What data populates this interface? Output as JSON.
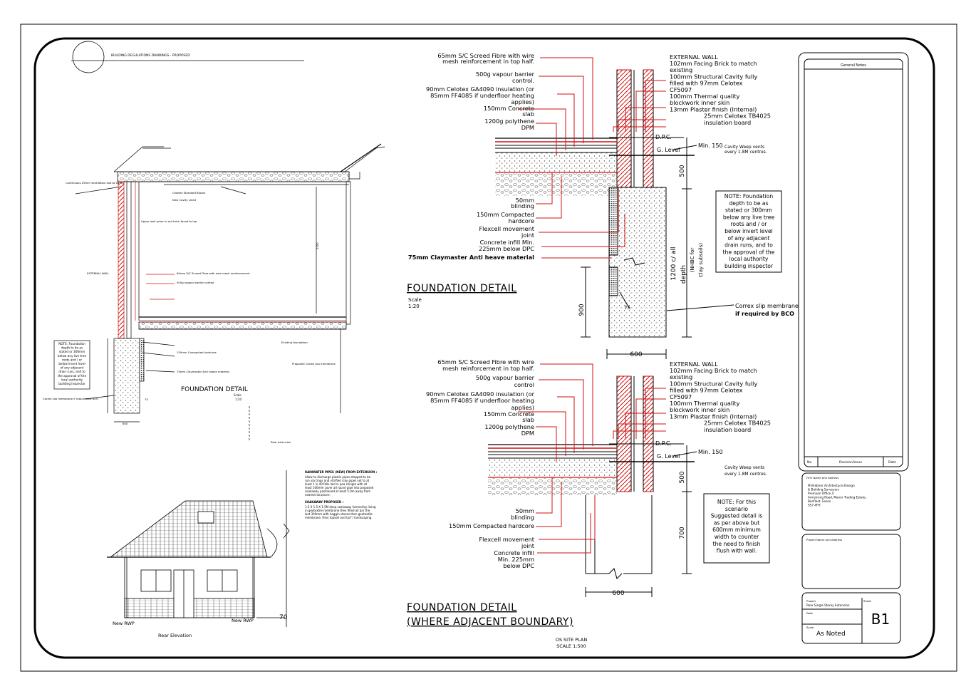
{
  "header": {
    "title": "BUILDING REGULATIONS DRAWINGS - PROPOSED"
  },
  "detail1": {
    "title": "FOUNDATION DETAIL",
    "scale_label": "Scale",
    "scale": "1:20",
    "left_labels": [
      "65mm S/C Screed Fibre with wire",
      "mesh reinforcement in top half.",
      "500g vapour barrier",
      "control.",
      "90mm Celotex GA4090 insulation (or",
      "85mm FF4085 if underfloor heating",
      "applies)",
      "150mm Concrete",
      "slab",
      "1200g polythene",
      "DPM",
      "50mm",
      "blinding",
      "150mm Compacted",
      "hardcore",
      "Flexcell movement",
      "joint",
      "Concrete infill Min.",
      "225mm below DPC",
      "75mm Claymaster Anti heave material"
    ],
    "wall_title": "EXTERNAL WALL",
    "wall_lines": [
      "102mm Facing Brick to match",
      "existing",
      "100mm Structural Cavity fully",
      "filled with 97mm Celotex",
      "CF5097",
      "100mm Thermal quality",
      "blockwork inner skin",
      "13mm Plaster finish (Internal)",
      "25mm Celotex TB4025",
      "insulation board"
    ],
    "dpc": "D.P.C.",
    "glevel": "G. Level",
    "min150": "Min. 150",
    "weep": [
      "Cavity Weep vents",
      "every 1.8M centres."
    ],
    "dim_500": "500",
    "dim_1200": "1200 c/ all",
    "dim_depth": "depth",
    "dim_nhbc": "(NHBC for",
    "dim_clay": "Clay subsoils)",
    "dim_900": "900",
    "dim_600": "600",
    "dim_75": "75",
    "note": [
      "NOTE: Foundation",
      "depth to be as",
      "stated or 300mm",
      "below any live tree",
      "roots and / or",
      "below invert level",
      "of any adjacent",
      "drain runs, and to",
      "the approval of the",
      "local authority",
      "building inspector"
    ],
    "correx": [
      "Correx slip membrane",
      "if required by BCO"
    ]
  },
  "detail2": {
    "title_line1": "FOUNDATION DETAIL",
    "title_line2": "(WHERE ADJACENT BOUNDARY)",
    "left_labels": [
      "65mm S/C Screed Fibre with wire",
      "mesh reinforcement in top half.",
      "500g vapour barrier",
      "control",
      "90mm Celotex GA4090 insulation (or",
      "85mm FF4085 if underfloor heating",
      "applies)",
      "150mm Concrete",
      "slab",
      "1200g polythene",
      "DPM",
      "50mm",
      "blinding",
      "150mm Compacted hardcore",
      "Flexcell movement",
      "joint",
      "Concrete infill",
      "Min. 225mm",
      "below DPC"
    ],
    "dim_500": "500",
    "dim_700": "700",
    "dim_600": "600",
    "note": [
      "NOTE: For this",
      "scenario",
      "Suggested detail is",
      "as per above but",
      "600mm minimum",
      "width to counter",
      "the need to finish",
      "flush with wall."
    ]
  },
  "small_section": {
    "title": "FOUNDATION DETAIL",
    "scale": "Scale",
    "scale_val": "1:20",
    "labels": [
      "Continuous 25mm ventilation slot to eaves",
      "Celotex Standard Blocks",
      "New Cavity Lined",
      "Upper wall spine in-out brick faced to lap",
      "EXTERNAL WALL",
      "60mm S/C Screed Fibre with wire mesh reinforcement",
      "500g vapour barrier control",
      "150mm Compacted hardcore",
      "75mm Claymaster Anti heave material",
      "Existing foundation",
      "Proposed Correx slip membrane",
      "Correx slip membrane if required by BCO",
      "Rear extension"
    ],
    "note_small": [
      "NOTE: Foundation",
      "depth to be as",
      "stated or 300mm",
      "below any live tree",
      "roots and / or",
      "below invert level",
      "of any adjacent",
      "drain runs, and to",
      "the approval of the",
      "local authority",
      "building inspector"
    ],
    "dim_2350": "2350",
    "dim_600": "600",
    "dim_75": "75"
  },
  "elevation": {
    "label": "Rear Elevation",
    "new_rwp_left": "New RWP",
    "new_rwp_right": "New RWP",
    "dim_70": "70",
    "rainwater_title": "RAINWATER PIPES (NEW) FROM EXTENSION :",
    "rainwater_text": "Allow to discharge plastic pipes stepped to be run via traps and vitrified clay pipes set to at least 1 in 40 falls laid in pea shingle with at least 100mm cover all round pipe into proposed soakaway positioned at least 5.0m away from nearest structure.",
    "soakaway_title": "SOAKAWAY PROPOSED :",
    "soakaway_text": "1.5 X 1.5 X 1.5M deep soakaway formed by lining in geotextile membrane then filled all bar the last 300mm with hoggin stones then geotextile membrane, then topsoil and turf / landscaping."
  },
  "site_plan": {
    "title": "OS SITE PLAN",
    "scale": "SCALE 1:500"
  },
  "title_block": {
    "general_notes": "General Notes",
    "no": "No.",
    "revision": "Revision/Issue",
    "date": "Date",
    "firm_label": "Firm Name and Address",
    "firm_lines": [
      "M Brebner Architectural Design",
      "& Building Surveyors",
      "Premium Office 4",
      "Armstrong Road, Manor Trading Estate,",
      "Benfleet, Essex",
      "SS7 4FH"
    ],
    "project_label": "Project Name and Address",
    "project": "Project",
    "project_value": "Rear Single Storey Extension",
    "date_label": "Date",
    "scale_label": "Scale",
    "scale_value": "As Noted",
    "sheet_label": "Sheet",
    "sheet_value": "B1"
  },
  "colors": {
    "line": "#000000",
    "red": "#d01010"
  }
}
